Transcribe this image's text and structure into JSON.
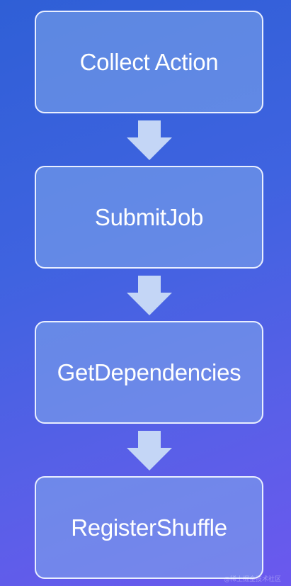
{
  "steps": [
    {
      "label": "Collect Action"
    },
    {
      "label": "SubmitJob"
    },
    {
      "label": "GetDependencies"
    },
    {
      "label": "RegisterShuffle"
    }
  ],
  "watermark": "@稀土掘金技术社区",
  "colors": {
    "background_start": "#2f5fd6",
    "background_end": "#6b58ee",
    "box_border": "#e9efff",
    "arrow_fill": "#c4d6f6",
    "text": "#ffffff"
  }
}
